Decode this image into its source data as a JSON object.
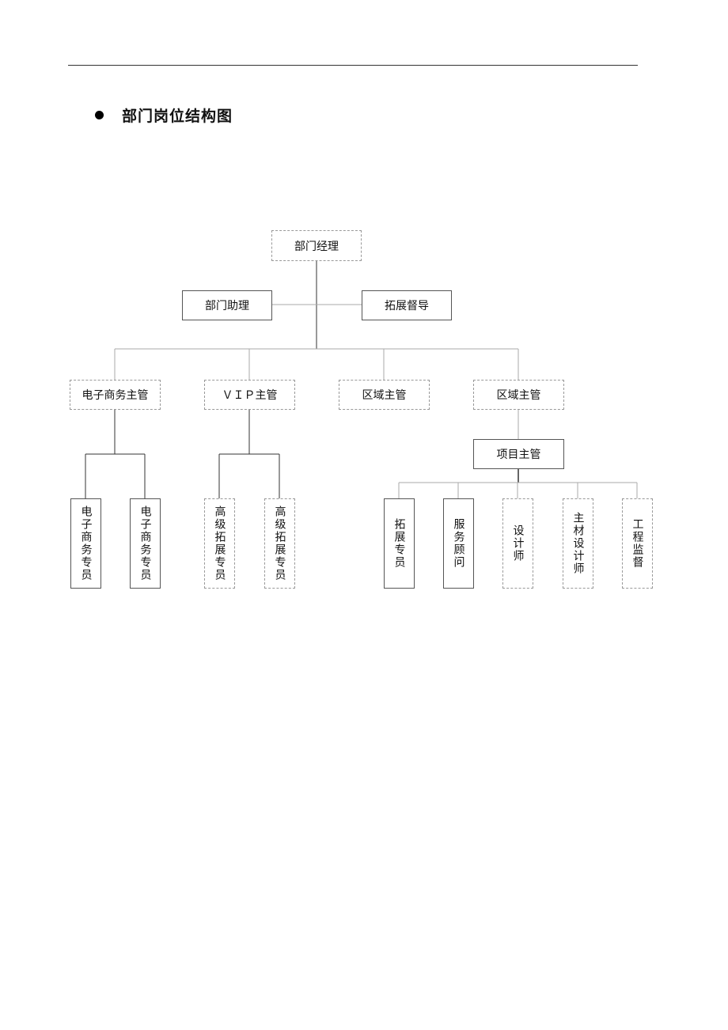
{
  "section": {
    "title": "部门岗位结构图",
    "bullet_icon": "filled-circle-bullet"
  },
  "org": {
    "manager": "部门经理",
    "assistant": "部门助理",
    "supervisor": "拓展督导",
    "level2": [
      "电子商务主管",
      "ＶＩＰ主管",
      "区域主管",
      "区域主管"
    ],
    "project_lead": "项目主管",
    "ecom_staff": [
      "电子商务专员",
      "电子商务专员"
    ],
    "vip_staff": [
      "高级拓展专员",
      "高级拓展专员"
    ],
    "project_staff": [
      "拓展专员",
      "服务顾问",
      "设计师",
      "主材设计师",
      "工程监督"
    ]
  },
  "colors": {
    "solid_border": "#555555",
    "dashed_border": "#999999",
    "line": "#333333",
    "thin_line": "#aaaaaa"
  }
}
